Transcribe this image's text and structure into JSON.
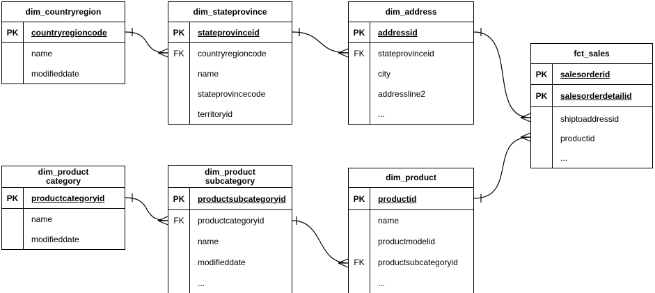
{
  "diagram": {
    "colors": {
      "border": "#000000",
      "text": "#000000",
      "background": "#ffffff"
    },
    "tables": [
      {
        "name": "dim_countryregion",
        "title": "dim_countryregion",
        "rows": [
          {
            "key": "PK",
            "field": "countryregioncode"
          },
          {
            "key": "",
            "field": "name"
          },
          {
            "key": "",
            "field": "modifieddate"
          }
        ]
      },
      {
        "name": "dim_stateprovince",
        "title": "dim_stateprovince",
        "rows": [
          {
            "key": "PK",
            "field": "stateprovinceid"
          },
          {
            "key": "FK",
            "field": "countryregioncode"
          },
          {
            "key": "",
            "field": "name"
          },
          {
            "key": "",
            "field": "stateprovincecode"
          },
          {
            "key": "",
            "field": "territoryid"
          }
        ]
      },
      {
        "name": "dim_address",
        "title": "dim_address",
        "rows": [
          {
            "key": "PK",
            "field": "addressid"
          },
          {
            "key": "FK",
            "field": "stateprovinceid"
          },
          {
            "key": "",
            "field": "city"
          },
          {
            "key": "",
            "field": "addressline2"
          },
          {
            "key": "",
            "field": "..."
          }
        ]
      },
      {
        "name": "fct_sales",
        "title": "fct_sales",
        "rows": [
          {
            "key": "PK",
            "field": "salesorderid"
          },
          {
            "key": "PK",
            "field": "salesorderdetailid"
          },
          {
            "key": "",
            "field": "shiptoaddressid"
          },
          {
            "key": "",
            "field": "productid"
          },
          {
            "key": "",
            "field": "..."
          }
        ]
      },
      {
        "name": "dim_productcategory",
        "title": "dim_product\ncategory",
        "rows": [
          {
            "key": "PK",
            "field": "productcategoryid"
          },
          {
            "key": "",
            "field": "name"
          },
          {
            "key": "",
            "field": "modifieddate"
          }
        ]
      },
      {
        "name": "dim_productsubcategory",
        "title": "dim_product\nsubcategory",
        "rows": [
          {
            "key": "PK",
            "field": "productsubcategoryid"
          },
          {
            "key": "FK",
            "field": "productcategoryid"
          },
          {
            "key": "",
            "field": "name"
          },
          {
            "key": "",
            "field": "modifieddate"
          },
          {
            "key": "",
            "field": "..."
          }
        ]
      },
      {
        "name": "dim_product",
        "title": "dim_product",
        "rows": [
          {
            "key": "PK",
            "field": "productid"
          },
          {
            "key": "",
            "field": "name"
          },
          {
            "key": "",
            "field": "productmodelid"
          },
          {
            "key": "FK",
            "field": "productsubcategoryid"
          },
          {
            "key": "",
            "field": "..."
          }
        ]
      }
    ],
    "relationships": [
      {
        "from": "dim_countryregion",
        "to": "dim_stateprovince",
        "cardinality": "one-to-many"
      },
      {
        "from": "dim_stateprovince",
        "to": "dim_address",
        "cardinality": "one-to-many"
      },
      {
        "from": "dim_address",
        "to": "fct_sales",
        "cardinality": "one-to-many"
      },
      {
        "from": "dim_product",
        "to": "fct_sales",
        "cardinality": "one-to-many"
      },
      {
        "from": "dim_productcategory",
        "to": "dim_productsubcategory",
        "cardinality": "one-to-many"
      },
      {
        "from": "dim_productsubcategory",
        "to": "dim_product",
        "cardinality": "one-to-many"
      }
    ]
  }
}
